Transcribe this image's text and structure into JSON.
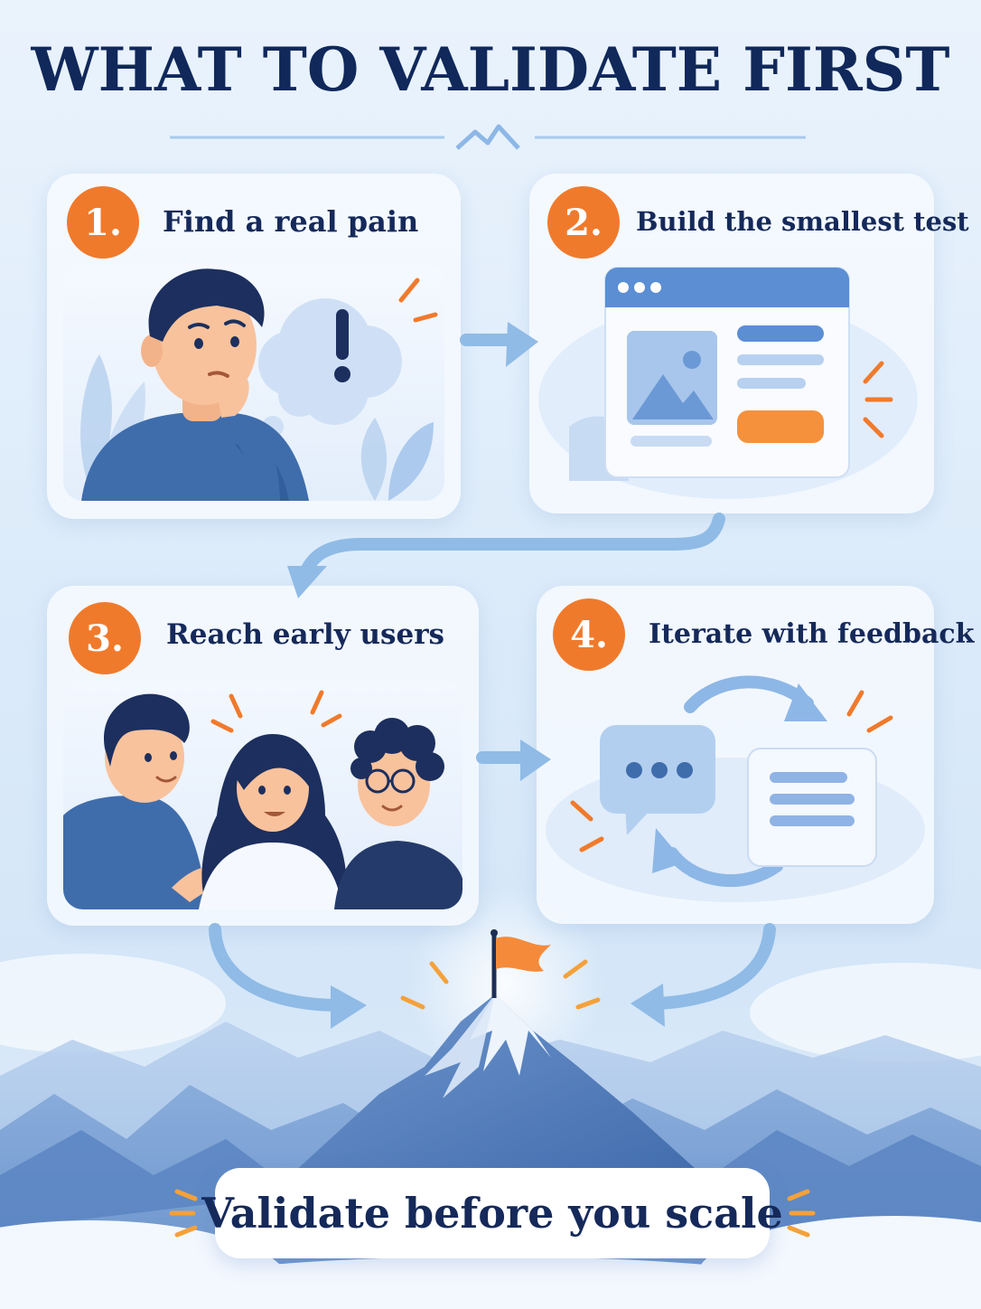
{
  "title": "WHAT TO VALIDATE FIRST",
  "steps": [
    {
      "number": "1.",
      "label": "Find a real pain",
      "icon": "thinking-person-icon"
    },
    {
      "number": "2.",
      "label": "Build the smallest test",
      "icon": "browser-mockup-icon"
    },
    {
      "number": "3.",
      "label": "Reach early users",
      "icon": "group-of-people-icon"
    },
    {
      "number": "4.",
      "label": "Iterate with feedback",
      "icon": "feedback-loop-icon"
    }
  ],
  "footer": {
    "label": "Validate before you scale",
    "icon": "mountain-flag-icon"
  },
  "colors": {
    "accent": "#f07a2c",
    "title": "#10285a",
    "blue": "#4a7fc1",
    "arrow": "#8fbbe6"
  }
}
